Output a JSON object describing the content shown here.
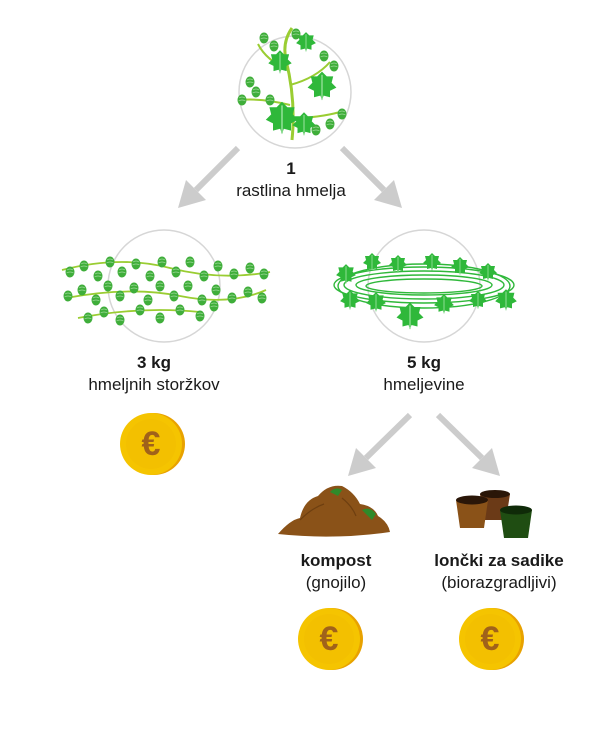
{
  "root": {
    "count": "1",
    "name": "rastlina hmelja"
  },
  "cones": {
    "amount": "3 kg",
    "name": "hmeljnih storžkov"
  },
  "bines": {
    "amount": "5 kg",
    "name": "hmeljevine"
  },
  "compost": {
    "name": "kompost",
    "note": "(gnojilo)"
  },
  "pots": {
    "name": "lončki za sadike",
    "note": "(biorazgradljivi)"
  },
  "currency_symbol": "€",
  "colors": {
    "leaf": "#2fb83a",
    "leaf_dark": "#1f8a2a",
    "stem": "#9acd32",
    "arrow": "#cccccc",
    "coin": "#f5c400",
    "coin_edge": "#e8a200",
    "euro": "#a0621a",
    "soil": "#8a5218",
    "pot": "#6b3a17"
  },
  "icons": [
    "hop-plant-icon",
    "hop-cones-icon",
    "hop-bine-coil-icon",
    "compost-pile-icon",
    "seedling-pots-icon",
    "euro-coin-icon"
  ]
}
